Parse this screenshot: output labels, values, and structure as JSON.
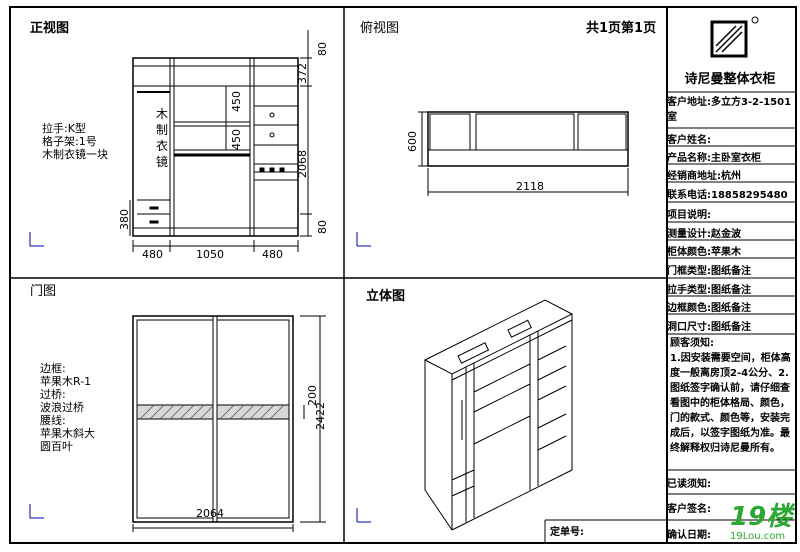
{
  "views": {
    "front": {
      "title": "正视图",
      "hardware": [
        "拉手:K型",
        "格子架:1号",
        "木制衣镜一块"
      ],
      "mirror_text": "木制衣镜",
      "dims": {
        "top_v": "80",
        "upper_v": "372",
        "h_450a": "450",
        "h_450b": "450",
        "total_v": "2068",
        "bottom_v": "80",
        "left_380": "380",
        "w1": "480",
        "w2": "1050",
        "w3": "480"
      }
    },
    "top": {
      "title": "俯视图",
      "depth": "600",
      "width": "2118"
    },
    "door": {
      "title": "门图",
      "spec_lines": [
        "边框:",
        "苹果木R-1",
        "过桥:",
        "波浪过桥",
        "腰线:",
        "苹果木斜大",
        "圆百叶"
      ],
      "dims": {
        "mid_v": "200",
        "total_v": "2422",
        "width": "2064"
      }
    },
    "iso": {
      "title": "立体图"
    }
  },
  "page_label": "共1页第1页",
  "brand": "诗尼曼整体衣柜",
  "info": {
    "address_label": "客户地址:",
    "address_value": "多立方3-2-1501室",
    "name_label": "客户姓名:",
    "product_label": "产品名称:",
    "product_value": "主卧室衣柜",
    "dealer_label": "经销商地址:",
    "dealer_value": "杭州",
    "phone_label": "联系电话:",
    "phone_value": "18858295480",
    "project_label": "项目说明:",
    "measure_label": "测量设计:",
    "measure_value": "赵金波",
    "cabinet_color_label": "柜体颜色:",
    "cabinet_color_value": "苹果木",
    "door_type_label": "门框类型:",
    "door_type_value": "图纸备注",
    "handle_type_label": "拉手类型:",
    "handle_type_value": "图纸备注",
    "frame_color_label": "边框颜色:",
    "frame_color_value": "图纸备注",
    "opening_label": "洞口尺寸:",
    "opening_value": "图纸备注",
    "notes_title": "顾客须知:",
    "notes": "1.因安装需要空间，柜体高度一般离房顶2-4公分、2.图纸签字确认前，请仔细查看图中的柜体格局、颜色，门的款式、颜色等，安装完成后，以签字图纸为准。最终解释权归诗尼曼所有。",
    "read_label": "已读须知:",
    "sign_label": "客户签名:",
    "confirm_label": "确认日期:",
    "order_label": "定单号:"
  },
  "watermark": {
    "main": "19楼",
    "sub": "19Lou.com"
  }
}
